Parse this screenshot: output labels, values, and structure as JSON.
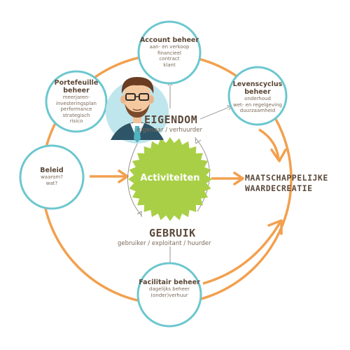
{
  "center": {
    "label": "Activiteiten"
  },
  "eigendom": {
    "title": "EIGENDOM",
    "subtitle": "eigenaar / verhuurder"
  },
  "gebruik": {
    "title": "GEBRUIK",
    "subtitle": "gebruiker / exploitant / huurder"
  },
  "outcome": {
    "line1": "MAATSCHAPPELIJKE",
    "line2": "WAARDECREATIE"
  },
  "nodes": {
    "account": {
      "title": "Account beheer",
      "lines": [
        "aan- en verkoop",
        "financieel",
        "contract",
        "klant"
      ]
    },
    "portefeuille": {
      "title": "Portefeuille beheer",
      "lines": [
        "meerjaren-",
        "investeringsplan",
        "performance",
        "strategisch",
        "risico"
      ]
    },
    "levenscyclus": {
      "title": "Levenscyclus beheer",
      "lines": [
        "onderhoud",
        "wet- en regelgeving",
        "duurzaamheid"
      ]
    },
    "beleid": {
      "title": "Beleid",
      "lines": [
        "waarom?",
        "wat?"
      ]
    },
    "facilitair": {
      "title": "Facilitair beheer",
      "lines": [
        "dagelijks beheer",
        "(onder)verhuur"
      ]
    }
  },
  "colors": {
    "orange": "#f2a04e",
    "teal": "#6cc7cf",
    "green": "#a9cf46",
    "text": "#5b4a3c",
    "subtext": "#7b6a5a"
  },
  "icons": {
    "person": "manager-avatar-icon"
  }
}
